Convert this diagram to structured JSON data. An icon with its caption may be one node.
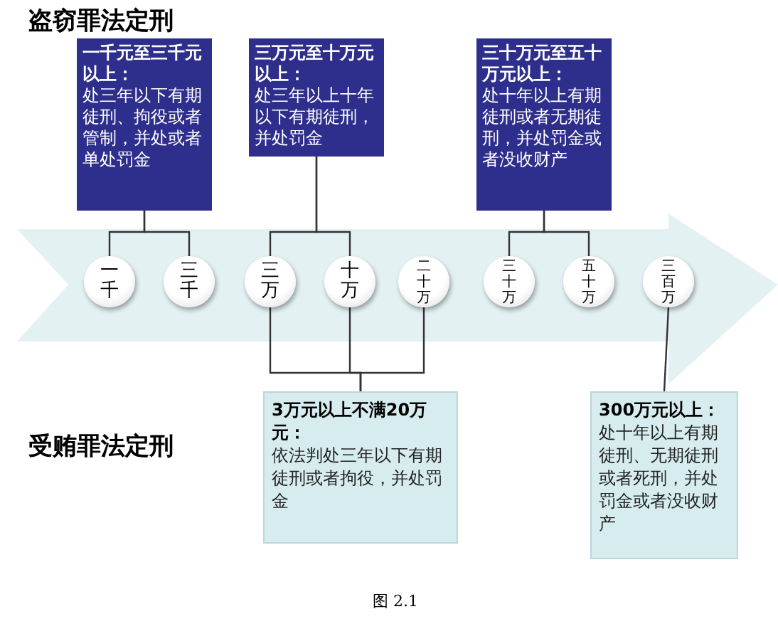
{
  "diagram": {
    "caption": "图 2.1",
    "nodes": [
      {
        "text": [
          "一千元至三千元以上：",
          "处三年以下有期徒刑、拘役或者管制，并处或者单处罚金"
        ]
      },
      {
        "text": [
          "三万元至十万元以上：",
          "处三年以上十年以下有期徒刑，并处罚金"
        ]
      },
      {
        "text": [
          "三十万元至五十万元以上：",
          "处十年以上有期徒刑或者无期徒刑，并处罚金或者没收财产"
        ]
      },
      {
        "text": [
          "一千"
        ]
      },
      {
        "text": [
          "三千"
        ]
      },
      {
        "text": [
          "三万"
        ]
      },
      {
        "text": [
          "十万"
        ]
      },
      {
        "text": [
          "二十万"
        ]
      },
      {
        "text": [
          "三十万"
        ]
      },
      {
        "text": [
          "五十万"
        ]
      },
      {
        "text": [
          "三百万"
        ]
      },
      {
        "text": [
          "3万元以上不满20万元：",
          "依法判处三年以下有期徒刑或者拘役，并处罚金"
        ]
      },
      {
        "text": [
          "300万元以上：",
          "处十年以上有期徒刑、无期徒刑或者死刑，并处罚金或者没收财产"
        ]
      }
    ],
    "edges": [
      {
        "from": 0,
        "to": 3,
        "arrow": "none"
      },
      {
        "from": 0,
        "to": 4,
        "arrow": "none"
      },
      {
        "from": 1,
        "to": 5,
        "arrow": "none"
      },
      {
        "from": 1,
        "to": 6,
        "arrow": "none"
      },
      {
        "from": 2,
        "to": 8,
        "arrow": "none"
      },
      {
        "from": 2,
        "to": 9,
        "arrow": "none"
      },
      {
        "from": 11,
        "to": 5,
        "arrow": "none"
      },
      {
        "from": 11,
        "to": 6,
        "arrow": "none"
      },
      {
        "from": 11,
        "to": 7,
        "arrow": "none"
      },
      {
        "from": 10,
        "to": 12,
        "arrow": "none"
      }
    ],
    "labels": [
      "盗窃罪法定刑",
      "受贿罪法定刑"
    ]
  }
}
